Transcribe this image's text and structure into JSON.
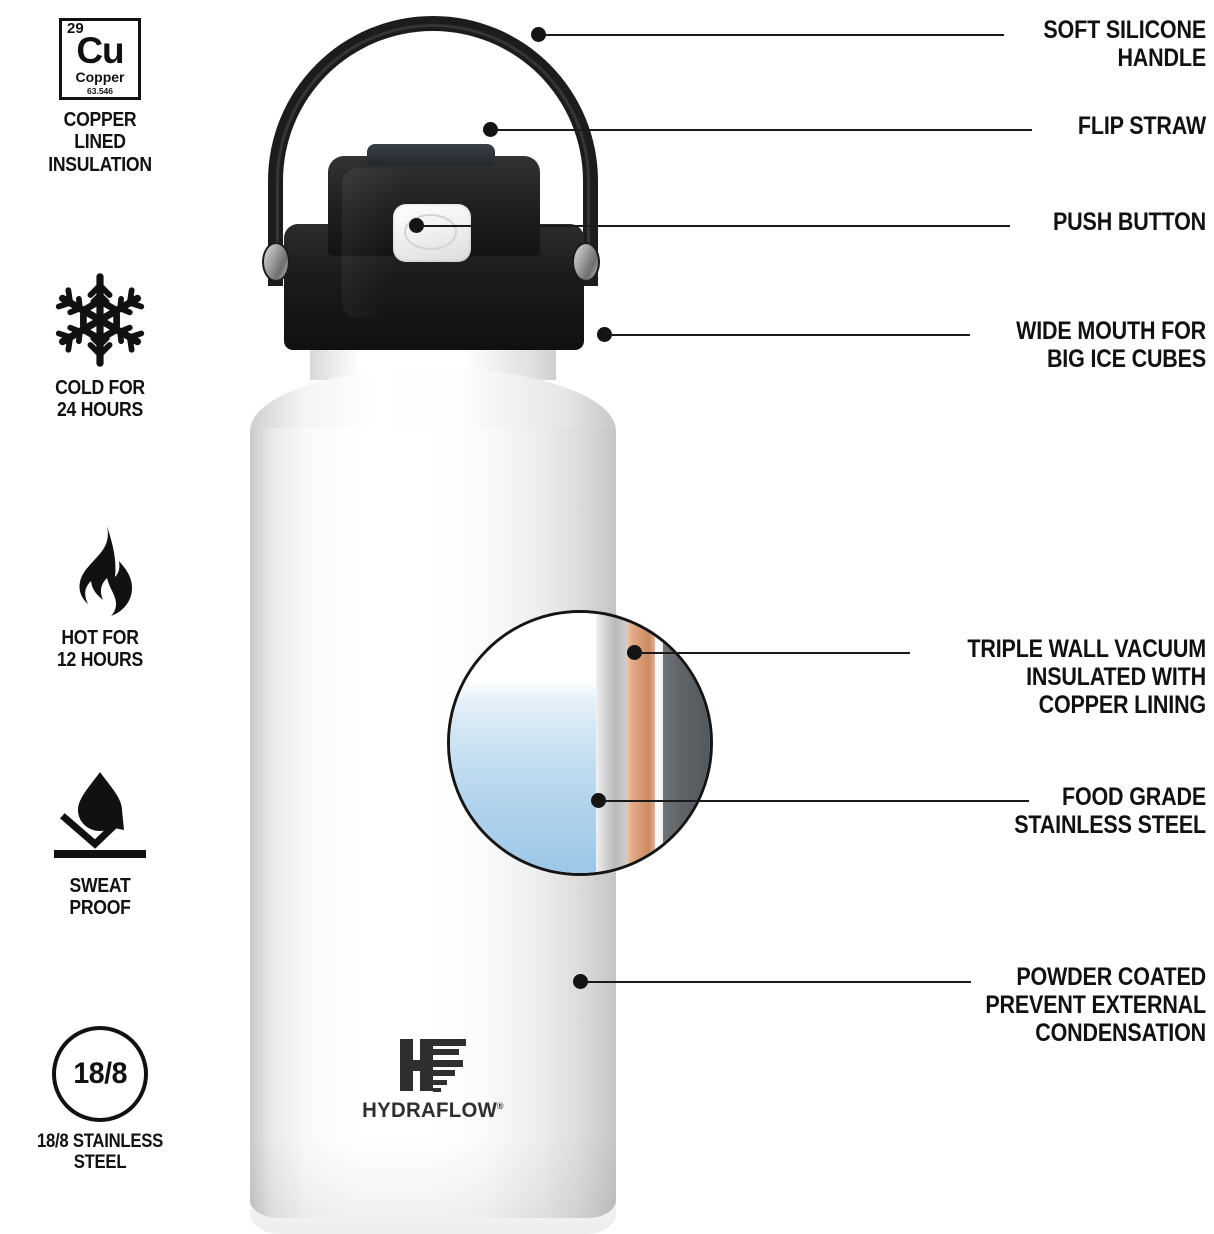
{
  "product": {
    "brand_name": "HYDRAFLOW",
    "brand_trademark": "®"
  },
  "element_badge": {
    "atomic_number": "29",
    "symbol": "Cu",
    "name": "Copper",
    "atomic_mass": "63.546"
  },
  "stainless_badge": {
    "grade": "18/8"
  },
  "sidebar": {
    "items": [
      {
        "icon": "copper-element-icon",
        "line1": "COPPER",
        "line2": "LINED",
        "line3": "INSULATION"
      },
      {
        "icon": "snowflake-icon",
        "line1": "COLD FOR",
        "line2": "24 HOURS"
      },
      {
        "icon": "flame-icon",
        "line1": "HOT FOR",
        "line2": "12 HOURS"
      },
      {
        "icon": "water-repellent-icon",
        "line1": "SWEAT",
        "line2": "PROOF"
      },
      {
        "icon": "stainless-grade-icon",
        "line1": "18/8 STAINLESS",
        "line2": "STEEL"
      }
    ]
  },
  "callouts": [
    {
      "name": "soft-silicone-handle",
      "line1": "SOFT SILICONE",
      "line2": "HANDLE"
    },
    {
      "name": "flip-straw",
      "line1": "FLIP STRAW"
    },
    {
      "name": "push-button",
      "line1": "PUSH BUTTON"
    },
    {
      "name": "wide-mouth",
      "line1": "WIDE MOUTH FOR",
      "line2": "BIG ICE CUBES"
    },
    {
      "name": "triple-wall-vacuum",
      "line1": "TRIPLE WALL VACUUM",
      "line2": "INSULATED WITH",
      "line3": "COPPER LINING"
    },
    {
      "name": "food-grade-stainless-steel",
      "line1": "FOOD GRADE",
      "line2": "STAINLESS STEEL"
    },
    {
      "name": "powder-coated",
      "line1": "POWDER COATED",
      "line2": "PREVENT EXTERNAL",
      "line3": "CONDENSATION"
    }
  ],
  "colors": {
    "text": "#111111",
    "leader_line": "#1a1a1a",
    "lid": "#1b1b1b",
    "bottle_body": "#ffffff",
    "copper_layer": "#d99a72",
    "steel_layer": "#c4c4c4",
    "outer_wall": "#5e6367",
    "water": "#9cc7e8"
  }
}
